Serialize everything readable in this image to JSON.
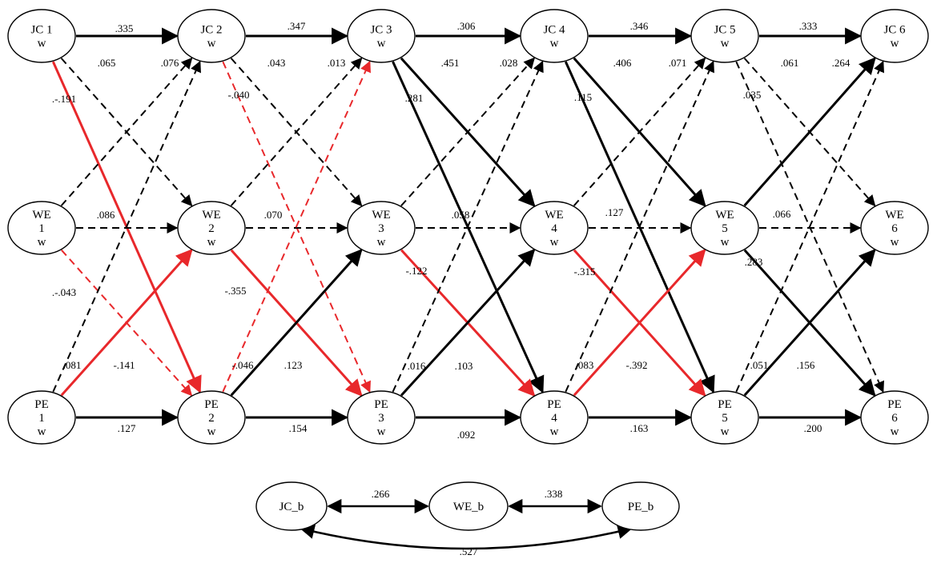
{
  "colors": {
    "positive_significant": "#000000",
    "negative_significant": "#e8282b",
    "nonsignificant_positive": "#000000",
    "nonsignificant_negative": "#e8282b"
  },
  "nodes": {
    "JC1": [
      "JC 1",
      "w"
    ],
    "JC2": [
      "JC 2",
      "w"
    ],
    "JC3": [
      "JC 3",
      "w"
    ],
    "JC4": [
      "JC 4",
      "w"
    ],
    "JC5": [
      "JC 5",
      "w"
    ],
    "JC6": [
      "JC 6",
      "w"
    ],
    "WE1": [
      "WE",
      "1",
      "w"
    ],
    "WE2": [
      "WE",
      "2",
      "w"
    ],
    "WE3": [
      "WE",
      "3",
      "w"
    ],
    "WE4": [
      "WE",
      "4",
      "w"
    ],
    "WE5": [
      "WE",
      "5",
      "w"
    ],
    "WE6": [
      "WE",
      "6",
      "w"
    ],
    "PE1": [
      "PE",
      "1",
      "w"
    ],
    "PE2": [
      "PE",
      "2",
      "w"
    ],
    "PE3": [
      "PE",
      "3",
      "w"
    ],
    "PE4": [
      "PE",
      "4",
      "w"
    ],
    "PE5": [
      "PE",
      "5",
      "w"
    ],
    "PE6": [
      "PE",
      "6",
      "w"
    ],
    "JCb": [
      "JC_b"
    ],
    "WEb": [
      "WE_b"
    ],
    "PEb": [
      "PE_b"
    ]
  },
  "edges": [
    {
      "from": "JC1",
      "to": "JC2",
      "label": ".335",
      "style": "solid",
      "color": "black"
    },
    {
      "from": "JC1",
      "to": "WE2",
      "label": ".065",
      "style": "dashed",
      "color": "black"
    },
    {
      "from": "JC1",
      "to": "PE2",
      "label": ".-.191",
      "style": "solid",
      "color": "red"
    },
    {
      "from": "WE1",
      "to": "JC2",
      "label": ".076",
      "style": "dashed",
      "color": "black"
    },
    {
      "from": "WE1",
      "to": "WE2",
      "label": ".086",
      "style": "dashed",
      "color": "black"
    },
    {
      "from": "WE1",
      "to": "PE2",
      "label": ".-.043",
      "style": "dashed",
      "color": "red"
    },
    {
      "from": "PE1",
      "to": "JC2",
      "label": ".081",
      "style": "dashed",
      "color": "black"
    },
    {
      "from": "PE1",
      "to": "WE2",
      "label": "-.141",
      "style": "solid",
      "color": "red"
    },
    {
      "from": "PE1",
      "to": "PE2",
      "label": ".127",
      "style": "solid",
      "color": "black"
    },
    {
      "from": "JC2",
      "to": "JC3",
      "label": ".347",
      "style": "solid",
      "color": "black"
    },
    {
      "from": "JC2",
      "to": "WE3",
      "label": ".043",
      "style": "dashed",
      "color": "black"
    },
    {
      "from": "JC2",
      "to": "PE3",
      "label": "-.040",
      "style": "dashed",
      "color": "red"
    },
    {
      "from": "WE2",
      "to": "JC3",
      "label": ".013",
      "style": "dashed",
      "color": "black"
    },
    {
      "from": "WE2",
      "to": "WE3",
      "label": ".070",
      "style": "dashed",
      "color": "black"
    },
    {
      "from": "WE2",
      "to": "PE3",
      "label": "-.355",
      "style": "solid",
      "color": "red"
    },
    {
      "from": "PE2",
      "to": "JC3",
      "label": "-.046",
      "style": "dashed",
      "color": "red"
    },
    {
      "from": "PE2",
      "to": "WE3",
      "label": ".123",
      "style": "solid",
      "color": "black"
    },
    {
      "from": "PE2",
      "to": "PE3",
      "label": ".154",
      "style": "solid",
      "color": "black"
    },
    {
      "from": "JC3",
      "to": "JC4",
      "label": ".306",
      "style": "solid",
      "color": "black"
    },
    {
      "from": "JC3",
      "to": "WE4",
      "label": ".451",
      "style": "solid",
      "color": "black"
    },
    {
      "from": "JC3",
      "to": "PE4",
      "label": ".281",
      "style": "solid",
      "color": "black"
    },
    {
      "from": "WE3",
      "to": "JC4",
      "label": ".028",
      "style": "dashed",
      "color": "black"
    },
    {
      "from": "WE3",
      "to": "WE4",
      "label": ".058",
      "style": "dashed",
      "color": "black"
    },
    {
      "from": "WE3",
      "to": "PE4",
      "label": "-.122",
      "style": "solid",
      "color": "red"
    },
    {
      "from": "PE3",
      "to": "JC4",
      "label": ".016",
      "style": "dashed",
      "color": "black"
    },
    {
      "from": "PE3",
      "to": "WE4",
      "label": ".103",
      "style": "solid",
      "color": "black"
    },
    {
      "from": "PE3",
      "to": "PE4",
      "label": ".092",
      "style": "solid",
      "color": "black"
    },
    {
      "from": "JC4",
      "to": "JC5",
      "label": ".346",
      "style": "solid",
      "color": "black"
    },
    {
      "from": "JC4",
      "to": "WE5",
      "label": ".406",
      "style": "solid",
      "color": "black"
    },
    {
      "from": "JC4",
      "to": "PE5",
      "label": ".115",
      "style": "solid",
      "color": "black"
    },
    {
      "from": "WE4",
      "to": "JC5",
      "label": ".071",
      "style": "dashed",
      "color": "black"
    },
    {
      "from": "WE4",
      "to": "WE5",
      "label": ".127",
      "style": "dashed",
      "color": "black"
    },
    {
      "from": "WE4",
      "to": "PE5",
      "label": "-.315",
      "style": "solid",
      "color": "red"
    },
    {
      "from": "PE4",
      "to": "JC5",
      "label": ".083",
      "style": "dashed",
      "color": "black"
    },
    {
      "from": "PE4",
      "to": "WE5",
      "label": "-.392",
      "style": "solid",
      "color": "red"
    },
    {
      "from": "PE4",
      "to": "PE5",
      "label": ".163",
      "style": "solid",
      "color": "black"
    },
    {
      "from": "JC5",
      "to": "JC6",
      "label": ".333",
      "style": "solid",
      "color": "black"
    },
    {
      "from": "JC5",
      "to": "WE6",
      "label": ".061",
      "style": "dashed",
      "color": "black"
    },
    {
      "from": "JC5",
      "to": "PE6",
      "label": ".035",
      "style": "dashed",
      "color": "black"
    },
    {
      "from": "WE5",
      "to": "JC6",
      "label": ".264",
      "style": "solid",
      "color": "black"
    },
    {
      "from": "WE5",
      "to": "WE6",
      "label": ".066",
      "style": "dashed",
      "color": "black"
    },
    {
      "from": "WE5",
      "to": "PE6",
      "label": ".283",
      "style": "solid",
      "color": "black"
    },
    {
      "from": "PE5",
      "to": "JC6",
      "label": ".051",
      "style": "dashed",
      "color": "black"
    },
    {
      "from": "PE5",
      "to": "WE6",
      "label": ".156",
      "style": "solid",
      "color": "black"
    },
    {
      "from": "PE5",
      "to": "PE6",
      "label": ".200",
      "style": "solid",
      "color": "black"
    }
  ],
  "between_links": [
    {
      "from": "JCb",
      "to": "WEb",
      "label": ".266"
    },
    {
      "from": "WEb",
      "to": "PEb",
      "label": ".338"
    },
    {
      "from": "JCb",
      "to": "PEb",
      "label": ".527"
    }
  ]
}
